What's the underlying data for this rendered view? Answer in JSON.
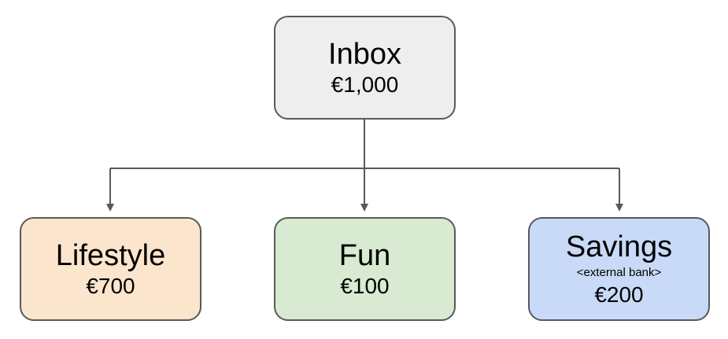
{
  "nodes": {
    "inbox": {
      "title": "Inbox",
      "amount": "€1,000",
      "fill": "#eeeeee"
    },
    "lifestyle": {
      "title": "Lifestyle",
      "amount": "€700",
      "fill": "#fce5cd"
    },
    "fun": {
      "title": "Fun",
      "amount": "€100",
      "fill": "#d9ead3"
    },
    "savings": {
      "title": "Savings",
      "note": "<external bank>",
      "amount": "€200",
      "fill": "#c9daf8"
    }
  },
  "edges": [
    {
      "from": "inbox",
      "to": "lifestyle"
    },
    {
      "from": "inbox",
      "to": "fun"
    },
    {
      "from": "inbox",
      "to": "savings"
    }
  ],
  "colors": {
    "border": "#595959",
    "connector": "#595959"
  }
}
